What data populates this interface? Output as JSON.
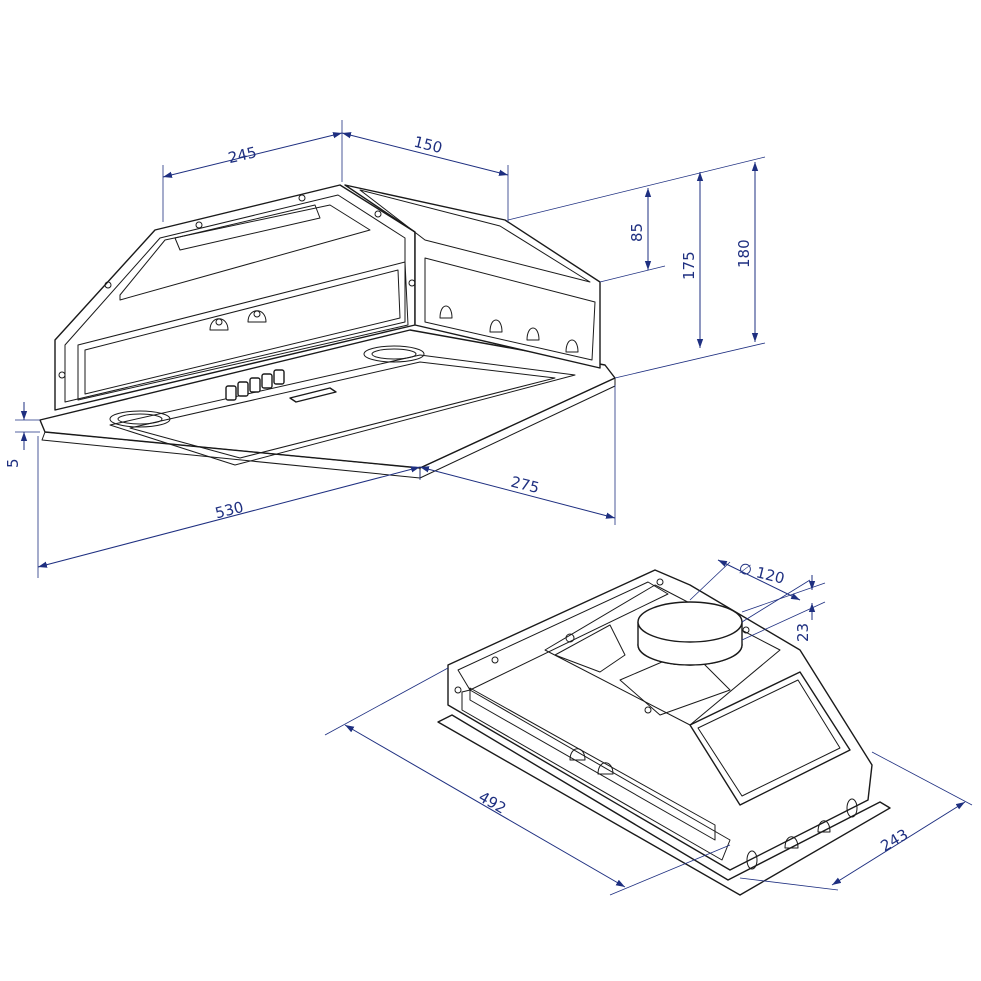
{
  "dimensions": {
    "d245": "245",
    "d150": "150",
    "d85": "85",
    "d175": "175",
    "d180": "180",
    "d5": "5",
    "d530": "530",
    "d275": "275",
    "d120": "∅ 120",
    "d23": "23",
    "d492": "492",
    "d243": "243"
  },
  "colors": {
    "dimension": "#1e2f80",
    "outline": "#1a1a1a",
    "background": "#ffffff"
  }
}
